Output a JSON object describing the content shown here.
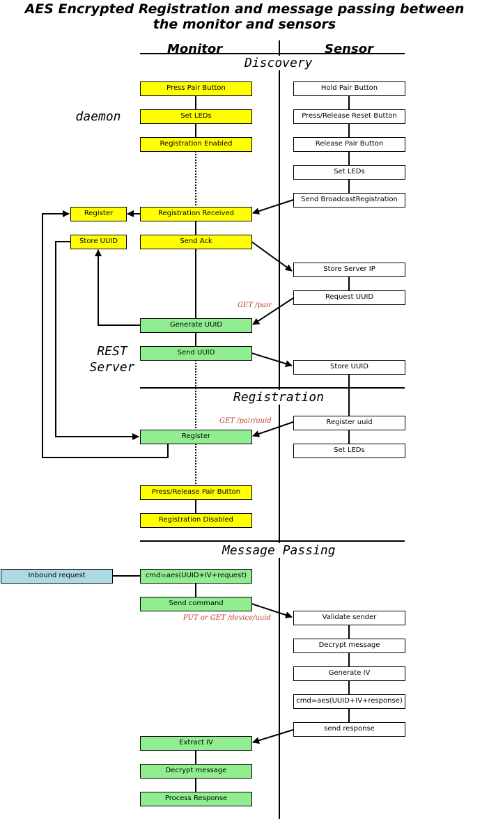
{
  "title": {
    "line1": "AES Encrypted Registration and message passing between",
    "line2": "the monitor and sensors"
  },
  "columns": {
    "monitor": "Monitor",
    "sensor": "Sensor"
  },
  "sections": {
    "discovery": "Discovery",
    "registration": "Registration",
    "message_passing": "Message Passing"
  },
  "side_labels": {
    "daemon": "daemon",
    "rest_line1": "REST",
    "rest_line2": "Server"
  },
  "monitor_boxes": {
    "press_pair": "Press Pair Button",
    "set_leds": "Set LEDs",
    "registration_enabled": "Registration Enabled",
    "registration_received": "Registration Received",
    "send_ack": "Send Ack",
    "generate_uuid": "Generate UUID",
    "send_uuid": "Send UUID",
    "register": "Register",
    "press_release_pair": "Press/Release Pair Button",
    "registration_disabled": "Registration Disabled",
    "cmd_request": "cmd=aes(UUID+IV+request)",
    "send_command": "Send command",
    "extract_iv": "Extract IV",
    "decrypt_message": "Decrypt message",
    "process_response": "Process Response"
  },
  "daemon_boxes": {
    "register": "Register",
    "store_uuid": "Store UUID"
  },
  "inbound": "Inbound request",
  "sensor_boxes": {
    "hold_pair": "Hold Pair Button",
    "press_release_reset": "Press/Release Reset Button",
    "release_pair": "Release Pair Button",
    "set_leds": "Set LEDs",
    "send_broadcast": "Send BroadcastRegistration",
    "store_server_ip": "Store Server IP",
    "request_uuid": "Request UUID",
    "store_uuid": "Store UUID",
    "register_uuid": "Register uuid",
    "set_leds_2": "Set LEDs",
    "validate_sender": "Validate sender",
    "decrypt_message": "Decrypt message",
    "generate_iv": "Generate IV",
    "cmd_response": "cmd=aes(UUID+IV+response)",
    "send_response": "send response"
  },
  "notes": {
    "get_pair": "GET /pair",
    "get_pair_uuid": "GET /pair/uuid",
    "put_get_device": "PUT or GET /device/uuid"
  },
  "colors": {
    "monitor_yellow": "#ffff00",
    "monitor_green": "#90ee90",
    "inbound_blue": "#add8e6",
    "note_red": "#c0392b"
  }
}
